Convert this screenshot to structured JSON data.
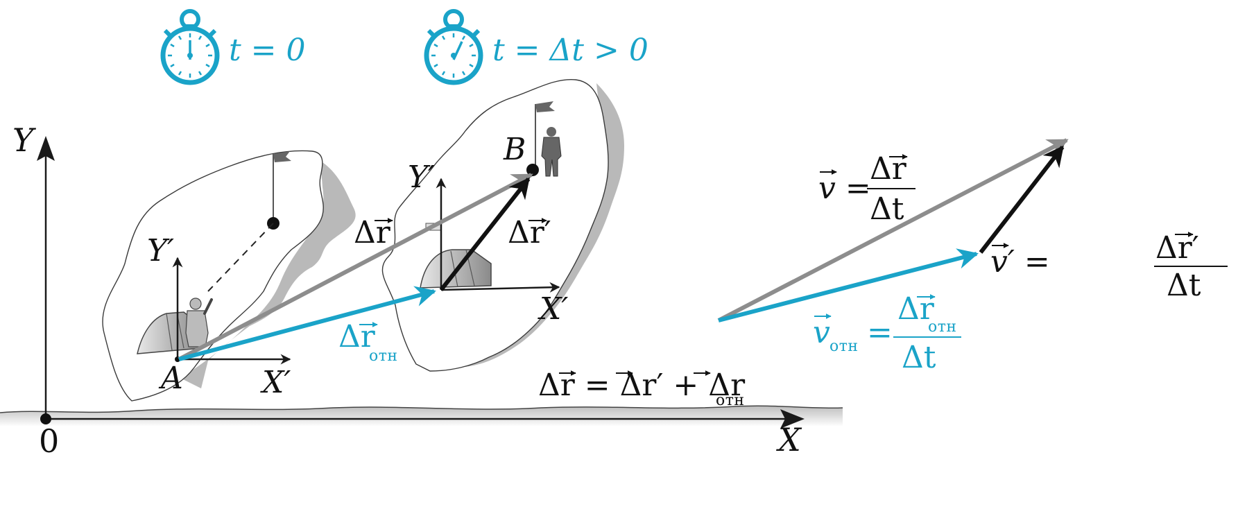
{
  "colors": {
    "accent": "#1aa3c8",
    "displacement_total": "#8d8d8d",
    "displacement_prime": "#111111",
    "axes": "#1a1a1a",
    "ice_shadow": "#b9b9b9",
    "ground": "#cfcfcf"
  },
  "timers": {
    "start_label": "t = 0",
    "end_label": "t = Δt > 0"
  },
  "axes": {
    "origin": "0",
    "x": "X",
    "y": "Y",
    "x_prime": "X′",
    "y_prime": "Y′"
  },
  "points": {
    "a": "A",
    "b": "B"
  },
  "vectors": {
    "delta_r": "Δr",
    "delta_r_prime": "Δr′",
    "delta_r_rel": "Δr",
    "rel_subscript": "отн"
  },
  "equations": {
    "sum_left": "Δr = Δr′ + Δr",
    "sum_sub": "отн",
    "v_label": "v =",
    "v_num": "Δr",
    "v_den": "Δt",
    "vp_label": "v′ =",
    "vp_num": "Δr′",
    "vp_den": "Δt",
    "vrel_label": "v",
    "vrel_sub": "отн",
    "vrel_eq": "=",
    "vrel_num": "Δr",
    "vrel_num_sub": "отн",
    "vrel_den": "Δt"
  },
  "icons": [
    "stopwatch-icon",
    "flag-icon",
    "tent-icon",
    "person-icon"
  ]
}
